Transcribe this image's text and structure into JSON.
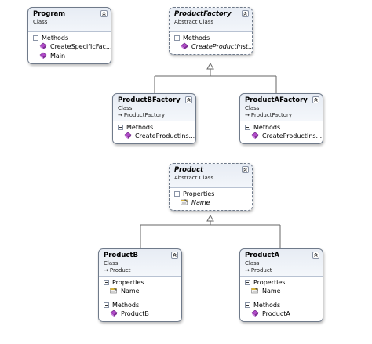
{
  "diagram": {
    "boxes": [
      {
        "id": "program",
        "title": "Program",
        "kind": "Class",
        "inherits": "",
        "abstract": false,
        "sections": [
          {
            "name": "Methods",
            "icon": "method-icon",
            "members": [
              "CreateSpecificFac...",
              "Main"
            ]
          }
        ]
      },
      {
        "id": "productfactory",
        "title": "ProductFactory",
        "kind": "Abstract Class",
        "inherits": "",
        "abstract": true,
        "sections": [
          {
            "name": "Methods",
            "icon": "method-icon",
            "members": [
              "CreateProductInst..."
            ]
          }
        ]
      },
      {
        "id": "productbfactory",
        "title": "ProductBFactory",
        "kind": "Class",
        "inherits": "ProductFactory",
        "abstract": false,
        "sections": [
          {
            "name": "Methods",
            "icon": "method-icon",
            "members": [
              "CreateProductIns..."
            ]
          }
        ]
      },
      {
        "id": "productafactory",
        "title": "ProductAFactory",
        "kind": "Class",
        "inherits": "ProductFactory",
        "abstract": false,
        "sections": [
          {
            "name": "Methods",
            "icon": "method-icon",
            "members": [
              "CreateProductIns..."
            ]
          }
        ]
      },
      {
        "id": "product",
        "title": "Product",
        "kind": "Abstract Class",
        "inherits": "",
        "abstract": true,
        "sections": [
          {
            "name": "Properties",
            "icon": "property-icon",
            "members": [
              "Name"
            ]
          }
        ]
      },
      {
        "id": "productb",
        "title": "ProductB",
        "kind": "Class",
        "inherits": "Product",
        "abstract": false,
        "sections": [
          {
            "name": "Properties",
            "icon": "property-icon",
            "members": [
              "Name"
            ]
          },
          {
            "name": "Methods",
            "icon": "method-icon",
            "members": [
              "ProductB"
            ]
          }
        ]
      },
      {
        "id": "producta",
        "title": "ProductA",
        "kind": "Class",
        "inherits": "Product",
        "abstract": false,
        "sections": [
          {
            "name": "Properties",
            "icon": "property-icon",
            "members": [
              "Name"
            ]
          },
          {
            "name": "Methods",
            "icon": "method-icon",
            "members": [
              "ProductA"
            ]
          }
        ]
      }
    ],
    "inheritance": [
      {
        "child": "productbfactory",
        "parent": "productfactory"
      },
      {
        "child": "productafactory",
        "parent": "productfactory"
      },
      {
        "child": "productb",
        "parent": "product"
      },
      {
        "child": "producta",
        "parent": "product"
      }
    ],
    "colors": {
      "border": "#6f7a8a",
      "header_gradient": "#e7ecf4",
      "method_icon": "#b04ac8",
      "property_icon": "#d9b43a",
      "connector": "#666666"
    }
  }
}
